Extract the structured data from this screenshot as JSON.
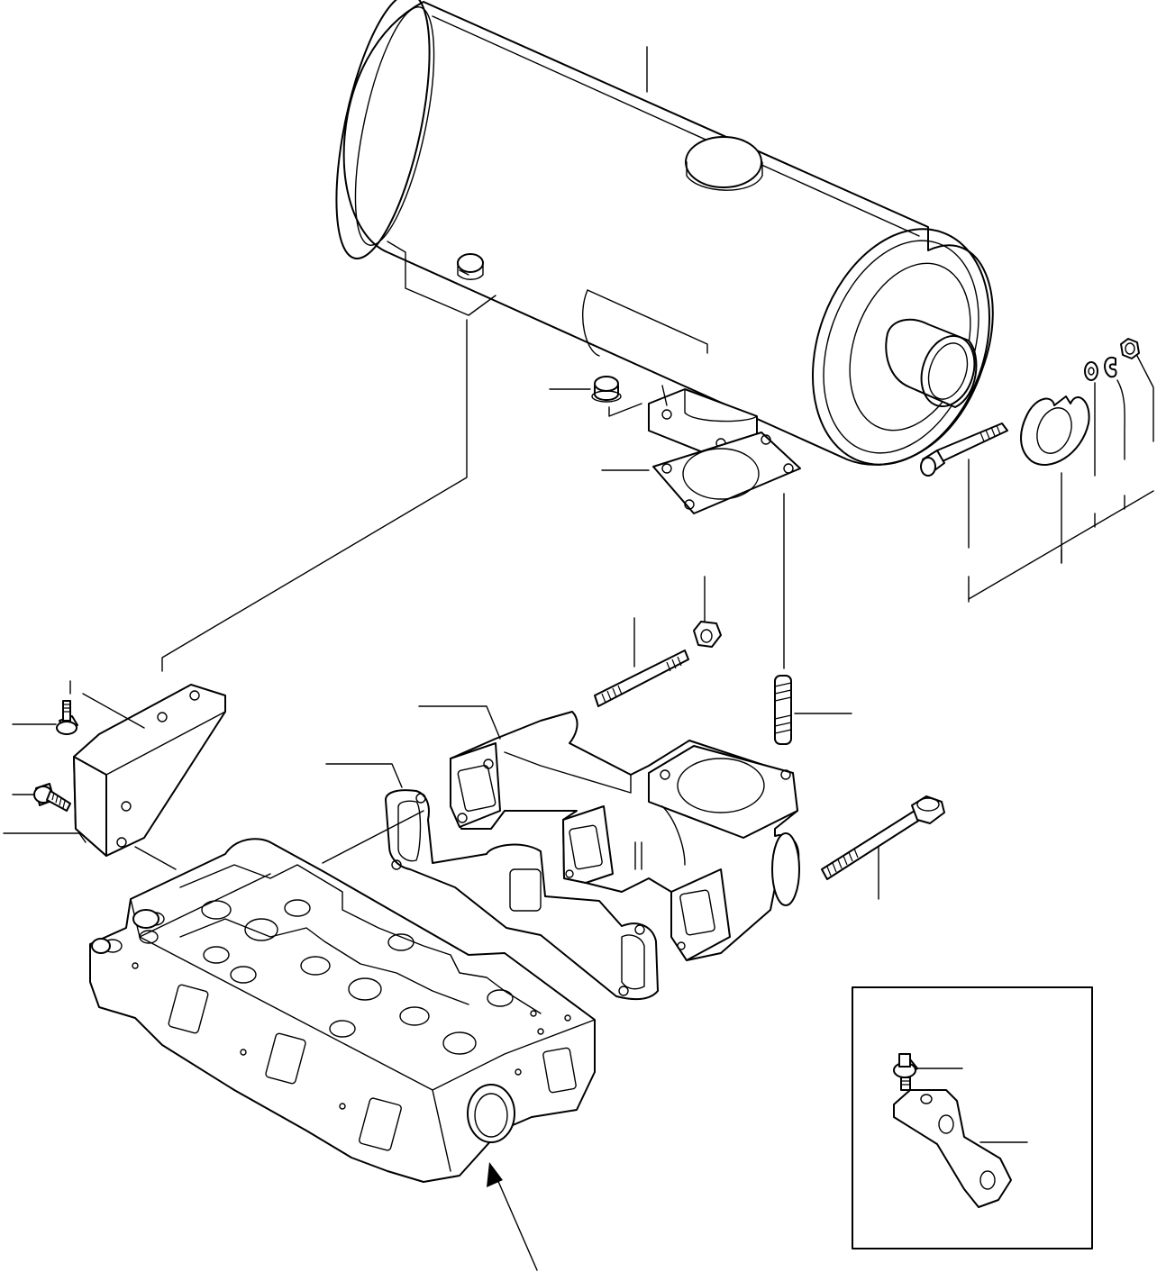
{
  "diagram": {
    "parts": [
      {
        "name": "muffler"
      },
      {
        "name": "muffler-stay"
      },
      {
        "name": "flange-nut"
      },
      {
        "name": "muffler-gasket"
      },
      {
        "name": "through-bolt"
      },
      {
        "name": "clamp-band"
      },
      {
        "name": "plain-washer"
      },
      {
        "name": "spring-washer"
      },
      {
        "name": "nut"
      },
      {
        "name": "exhaust-manifold"
      },
      {
        "name": "manifold-gasket"
      },
      {
        "name": "stud-bolt"
      },
      {
        "name": "manifold-nut"
      },
      {
        "name": "manifold-stud"
      },
      {
        "name": "manifold-bolt"
      },
      {
        "name": "bracket"
      },
      {
        "name": "flange-bolt"
      },
      {
        "name": "cylinder-head"
      }
    ],
    "inset": {
      "parts": [
        {
          "name": "inset-bolt"
        },
        {
          "name": "inset-bracket"
        }
      ]
    }
  }
}
